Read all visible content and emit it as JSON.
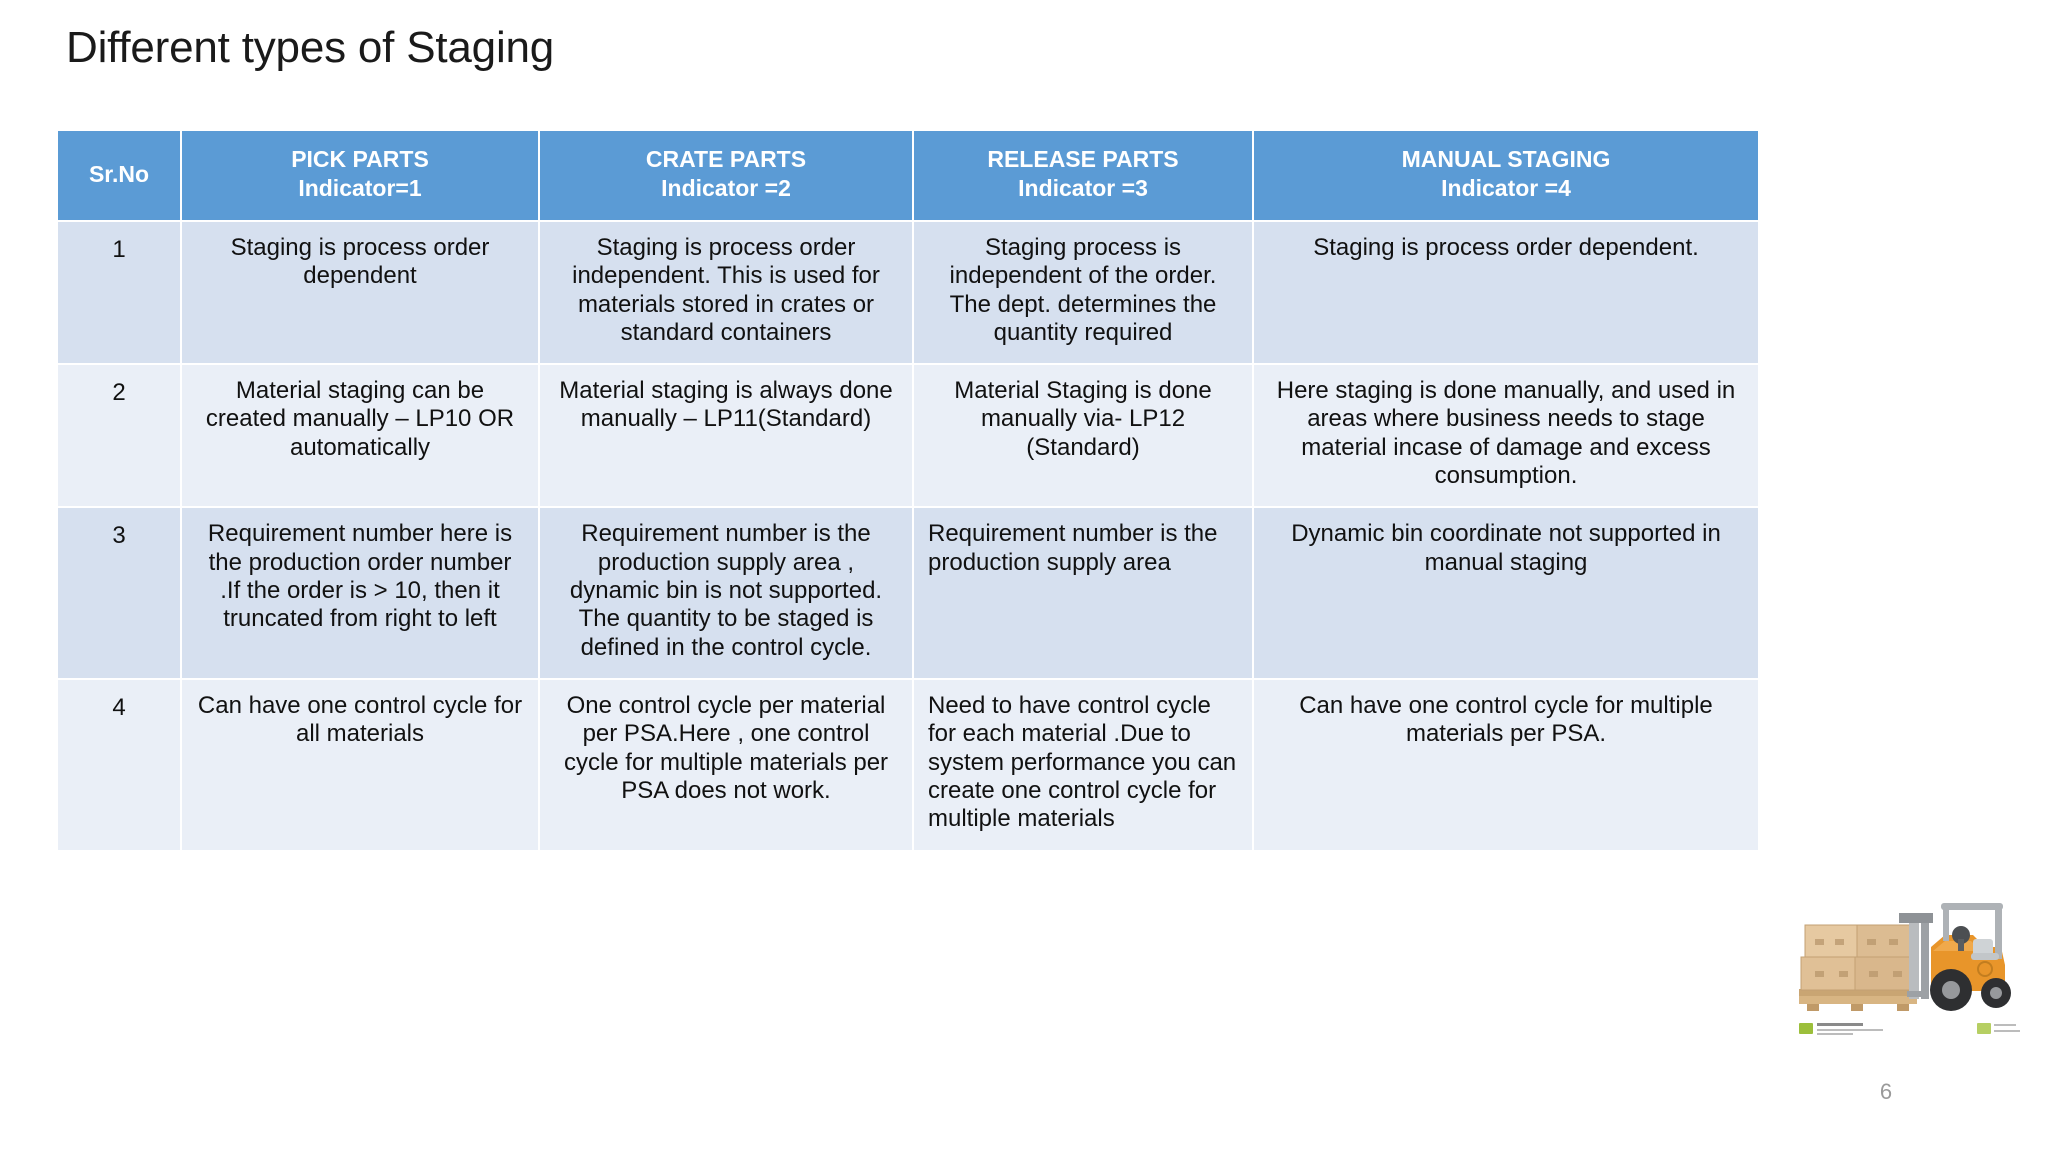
{
  "slide": {
    "title": "Different types of Staging",
    "page_number": "6",
    "accent_color": "#5B9BD5",
    "row_band_dark": "#D6E0EF",
    "row_band_light": "#EAEFF7"
  },
  "table": {
    "headers": [
      {
        "title": "Sr.No",
        "indicator": ""
      },
      {
        "title": "PICK PARTS",
        "indicator": "Indicator=1"
      },
      {
        "title": "CRATE PARTS",
        "indicator": "Indicator =2"
      },
      {
        "title": "RELEASE PARTS",
        "indicator": "Indicator =3"
      },
      {
        "title": "MANUAL STAGING",
        "indicator": "Indicator =4"
      }
    ],
    "rows": [
      {
        "sr": "1",
        "pick": "Staging is process order dependent",
        "crate": "Staging is process order independent. This is used for materials stored in crates or standard containers",
        "release": "Staging process is independent of the order. The dept. determines the quantity required",
        "manual": "Staging is process order dependent."
      },
      {
        "sr": "2",
        "pick": "Material staging can be created manually – LP10 OR automatically",
        "crate": "Material staging is always done manually – LP11(Standard)",
        "release": "Material Staging is done manually via- LP12 (Standard)",
        "manual": "Here staging is done manually, and used in areas where business needs to stage material incase of damage and excess consumption."
      },
      {
        "sr": "3",
        "pick": "Requirement number here is the production order number .If the order is  > 10, then it truncated from right to left",
        "crate": "Requirement number is  the production supply area , dynamic bin is not supported. The quantity to be staged is defined in the control cycle.",
        "release": "Requirement number is the production supply area",
        "manual": "Dynamic bin coordinate not supported in manual staging"
      },
      {
        "sr": "4",
        "pick": "Can have one control cycle for all materials",
        "crate": "One control cycle per material per PSA.Here , one control cycle for multiple materials per PSA does not work.",
        "release": "Need to have control cycle for each material .Due to system performance you can create one control cycle for multiple materials",
        "manual": "Can have one control cycle for multiple materials per PSA."
      }
    ]
  },
  "decor": {
    "forklift_alt": "forklift-with-palletized-boxes-illustration"
  }
}
